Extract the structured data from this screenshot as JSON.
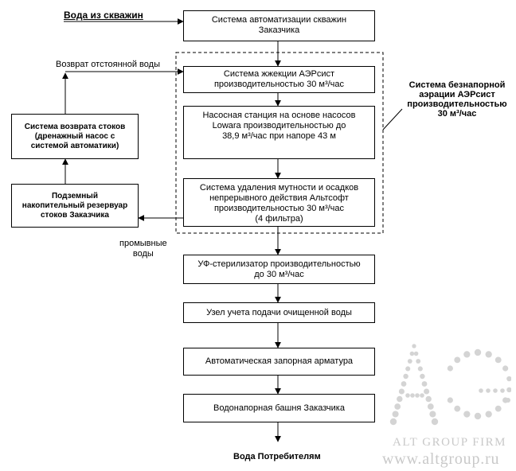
{
  "inputs": {
    "source": "Вода из скважин",
    "return_water": "Возврат отстоянной воды",
    "wash_water": "промывные\nводы",
    "output": "Вода Потребителям"
  },
  "boxes": {
    "automation": "Система автоматизации скважин\nЗаказчика",
    "ejection": "Система жжекции АЭРсист\nпроизводительностью 30 м³/час",
    "pump": "Насосная станция на основе насосов\nLowara производительностью до\n38,9 м³/час при напоре 43 м",
    "turbidity": "Система удаления мутности и осадков\nнепрерывного действия Альтсофт\nпроизводительностью 30 м³/час\n(4 фильтра)",
    "uv": "УФ-стерилизатор производительностью\nдо 30 м³/час",
    "metering": "Узел учета подачи очищенной воды",
    "valves": "Автоматическая запорная арматура",
    "tower": "Водонапорная башня Заказчика",
    "return_system": "Система возврата стоков\n(дренажный насос с\nсистемой автоматики)",
    "reservoir": "Подземный\nнакопительный резервуар\nстоков Заказчика"
  },
  "aeration_group_label": "Система безнапорной\nаэрации АЭРсист\nпроизводительностью\n30 м³/час",
  "watermark": {
    "company": "ALT GROUP FIRM",
    "url": "www.altgroup.ru",
    "logo": "AG",
    "color": "#c9c9c9"
  }
}
